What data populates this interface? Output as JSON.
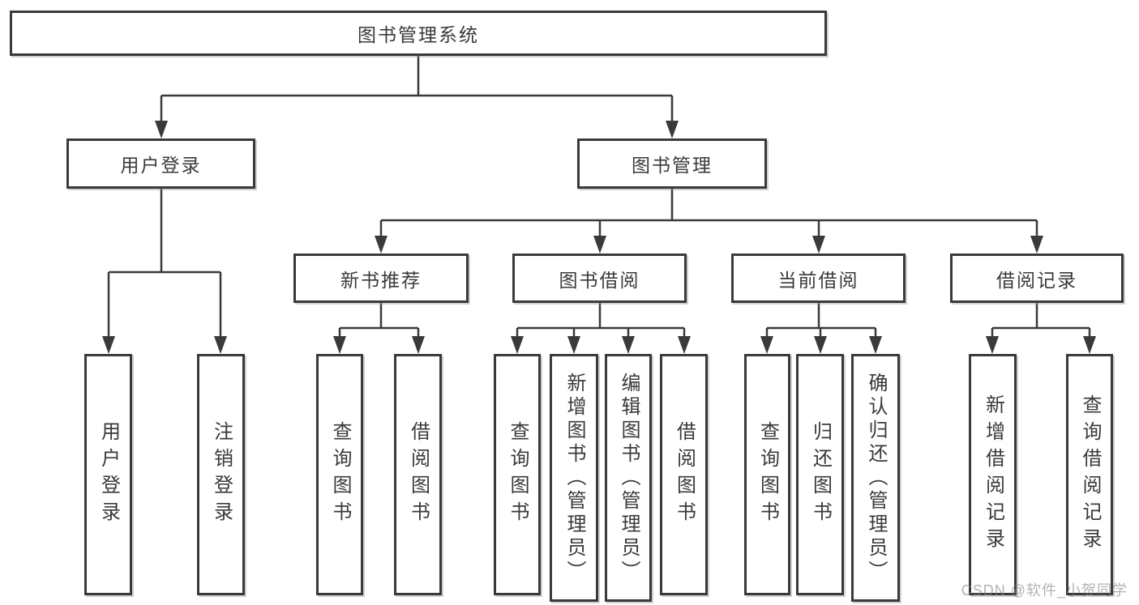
{
  "colors": {
    "line": "#3a3a3a",
    "text": "#3a3a3a",
    "box_background": "#ffffff",
    "watermark": "#828282"
  },
  "tree": {
    "root": {
      "label": "图书管理系统",
      "children": [
        {
          "label": "用户登录",
          "children": [
            {
              "label": "用户登录"
            },
            {
              "label": "注销登录"
            }
          ]
        },
        {
          "label": "图书管理",
          "children": [
            {
              "label": "新书推荐",
              "children": [
                {
                  "label": "查询图书"
                },
                {
                  "label": "借阅图书"
                }
              ]
            },
            {
              "label": "图书借阅",
              "children": [
                {
                  "label": "查询图书"
                },
                {
                  "label": "新增图书（管理员）"
                },
                {
                  "label": "编辑图书（管理员）"
                },
                {
                  "label": "借阅图书"
                }
              ]
            },
            {
              "label": "当前借阅",
              "children": [
                {
                  "label": "查询图书"
                },
                {
                  "label": "归还图书"
                },
                {
                  "label": "确认归还（管理员）"
                }
              ]
            },
            {
              "label": "借阅记录",
              "children": [
                {
                  "label": "新增借阅记录"
                },
                {
                  "label": "查询借阅记录"
                }
              ]
            }
          ]
        }
      ]
    }
  },
  "watermark": "CSDN @软件_小贺同学"
}
